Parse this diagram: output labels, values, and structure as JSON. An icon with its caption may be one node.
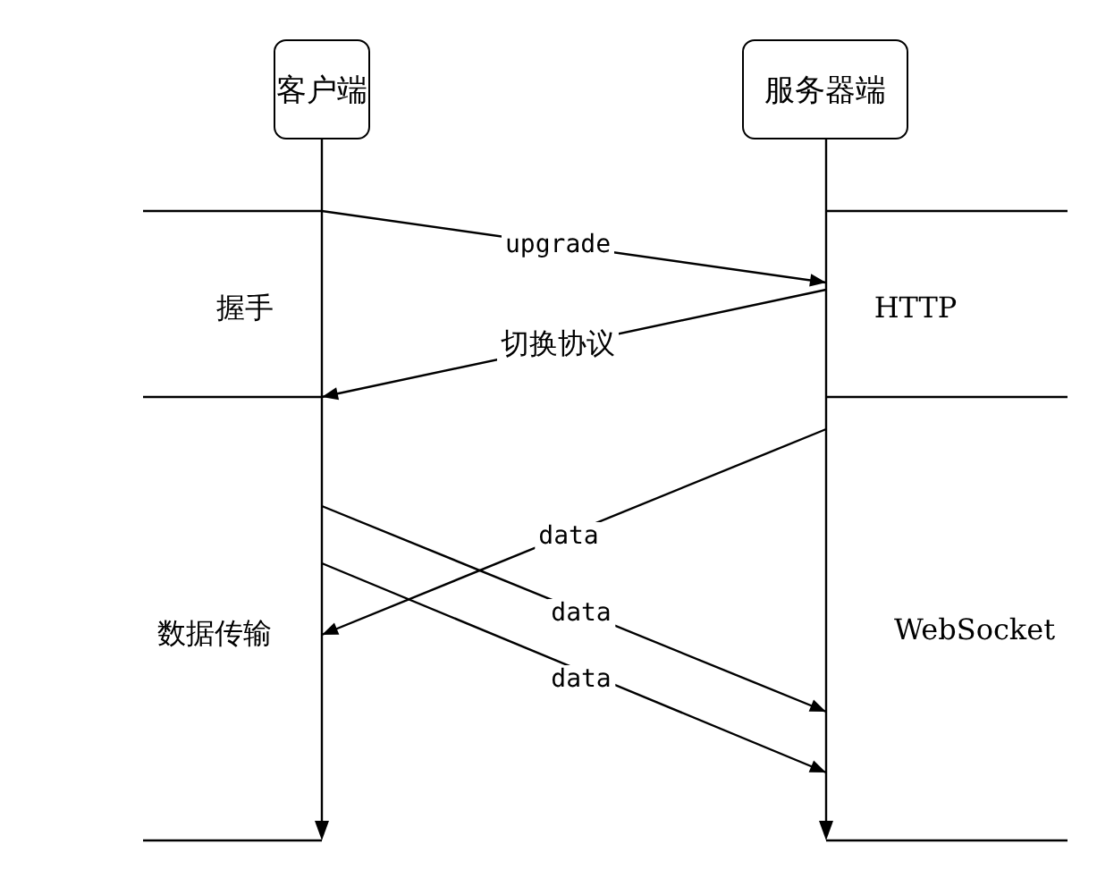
{
  "diagram": {
    "nodes": [
      {
        "text": [
          "客户端"
        ]
      },
      {
        "text": [
          "服务器端"
        ]
      },
      {
        "text": [],
        "shape": "bar"
      },
      {
        "text": [],
        "shape": "bar"
      }
    ],
    "edges": [
      {
        "from": 2,
        "to": 3,
        "label": "upgrade",
        "arrow": "to"
      },
      {
        "from": 3,
        "to": 2,
        "label": "切换协议",
        "arrow": "to"
      },
      {
        "from": 3,
        "to": 2,
        "label": "data",
        "arrow": "to"
      },
      {
        "from": 2,
        "to": 3,
        "label": "data",
        "arrow": "to"
      },
      {
        "from": 2,
        "to": 3,
        "label": "data",
        "arrow": "to"
      }
    ],
    "labels": [
      "握手",
      "HTTP",
      "数据传输",
      "WebSocket"
    ]
  }
}
